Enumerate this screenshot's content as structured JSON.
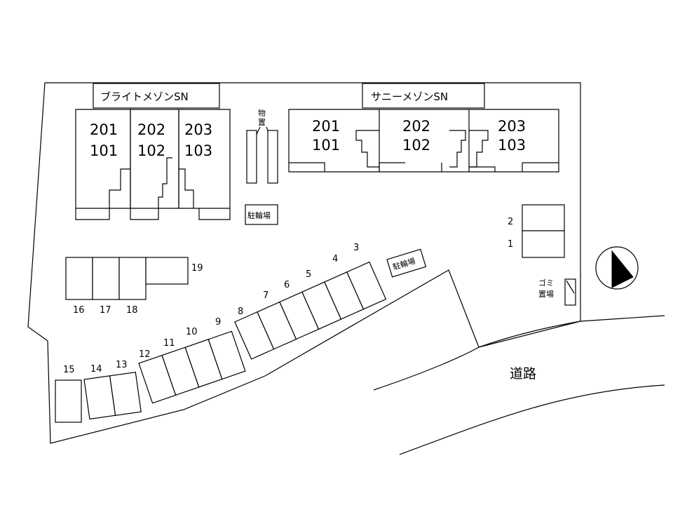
{
  "buildings": [
    {
      "name": "ブライトメゾンSN",
      "upper_units": [
        "201",
        "202",
        "203"
      ],
      "lower_units": [
        "101",
        "102",
        "103"
      ]
    },
    {
      "name": "サニーメゾンSN",
      "upper_units": [
        "201",
        "202",
        "203"
      ],
      "lower_units": [
        "101",
        "102",
        "103"
      ]
    }
  ],
  "storage_label": [
    "物",
    "置"
  ],
  "bicycle_parking_label": "駐輪場",
  "garbage_label": [
    "ゴミ",
    "置場"
  ],
  "road_label": "道路",
  "parking_numbers": [
    "1",
    "2",
    "3",
    "4",
    "5",
    "6",
    "7",
    "8",
    "9",
    "10",
    "11",
    "12",
    "13",
    "14",
    "15",
    "16",
    "17",
    "18",
    "19"
  ],
  "compass": {
    "icon": "north-arrow-icon"
  }
}
